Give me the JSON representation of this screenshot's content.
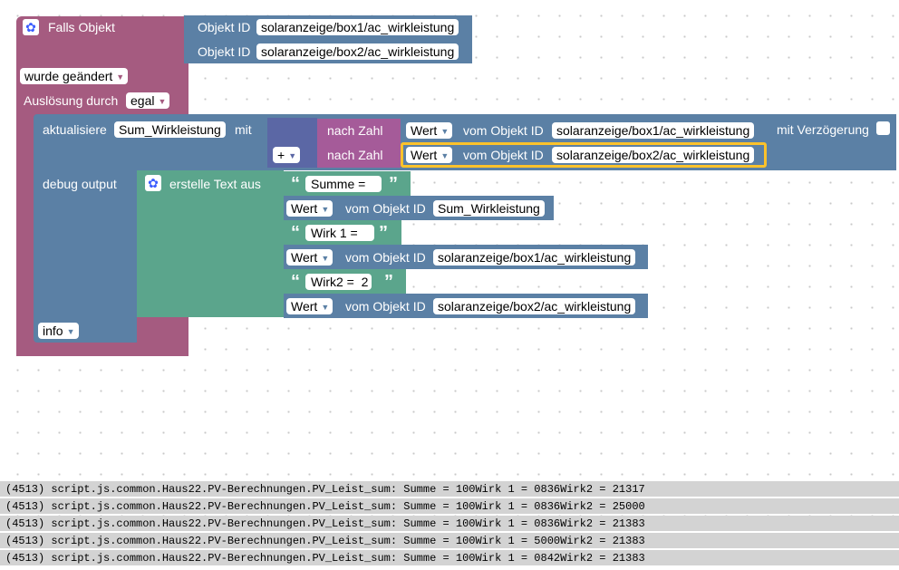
{
  "trigger": {
    "title": "Falls Objekt",
    "object_ids": [
      "solaranzeige/box1/ac_wirkleistung",
      "solaranzeige/box2/ac_wirkleistung"
    ],
    "object_label": "Objekt ID",
    "change_mode": "wurde geändert",
    "trigger_label": "Auslösung durch",
    "trigger_value": "egal"
  },
  "update": {
    "label": "aktualisiere",
    "variable": "Sum_Wirkleistung",
    "with_label": "mit",
    "plus_label": "+",
    "to_number_label": "nach Zahl",
    "value_label": "Wert",
    "from_object_label": "vom Objekt ID",
    "ids": [
      "solaranzeige/box1/ac_wirkleistung",
      "solaranzeige/box2/ac_wirkleistung"
    ],
    "delay_label": "mit Verzögerung"
  },
  "debug": {
    "label": "debug output",
    "create_text_label": "erstelle Text aus",
    "level": "info",
    "items": [
      {
        "type": "text",
        "value": "Summe = "
      },
      {
        "type": "value",
        "value_label": "Wert",
        "from_label": "vom Objekt ID",
        "id": "Sum_Wirkleistung"
      },
      {
        "type": "text",
        "value": "Wirk 1 = "
      },
      {
        "type": "value",
        "value_label": "Wert",
        "from_label": "vom Objekt ID",
        "id": "solaranzeige/box1/ac_wirkleistung"
      },
      {
        "type": "text",
        "value": "Wirk2 =  2"
      },
      {
        "type": "value",
        "value_label": "Wert",
        "from_label": "vom Objekt ID",
        "id": "solaranzeige/box2/ac_wirkleistung"
      }
    ]
  },
  "console": {
    "lines": [
      "(4513) script.js.common.Haus22.PV-Berechnungen.PV_Leist_sum: Summe = 100Wirk 1 = 0836Wirk2 = 21317",
      "(4513) script.js.common.Haus22.PV-Berechnungen.PV_Leist_sum: Summe = 100Wirk 1 = 0836Wirk2 = 25000",
      "(4513) script.js.common.Haus22.PV-Berechnungen.PV_Leist_sum: Summe = 100Wirk 1 = 0836Wirk2 = 21383",
      "(4513) script.js.common.Haus22.PV-Berechnungen.PV_Leist_sum: Summe = 100Wirk 1 = 5000Wirk2 = 21383",
      "(4513) script.js.common.Haus22.PV-Berechnungen.PV_Leist_sum: Summe = 100Wirk 1 = 0842Wirk2 = 21383"
    ]
  },
  "colors": {
    "event_block": "#a55b80",
    "object_block": "#5b80a5",
    "math_block": "#5b67a5",
    "convert_block": "#a55b99",
    "text_block": "#5ba58c",
    "selection": "#fcc22b"
  }
}
